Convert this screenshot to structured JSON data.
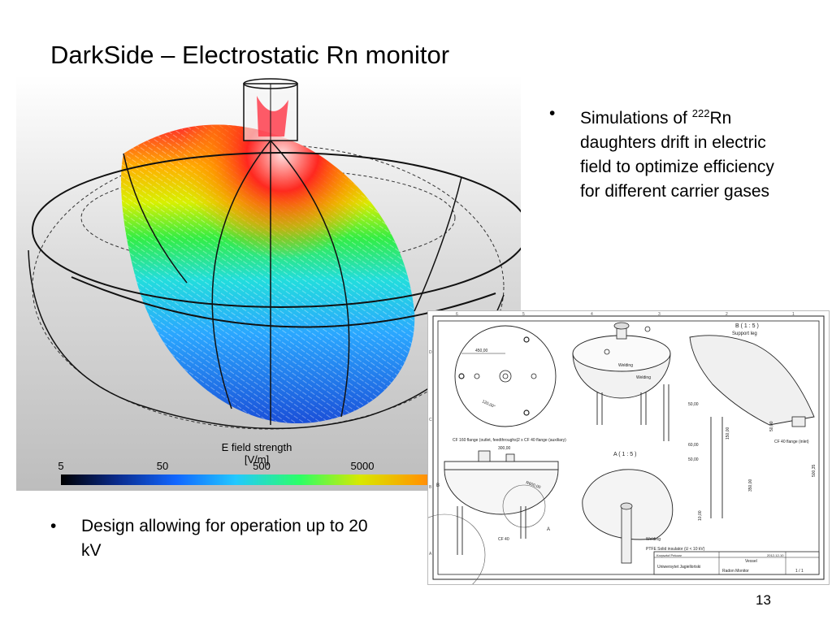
{
  "slide": {
    "title": "DarkSide – Electrostatic Rn monitor",
    "page_number": "13"
  },
  "simulation": {
    "legend_title": "E field strength [V/m]",
    "ticks": [
      "5",
      "50",
      "500",
      "5000"
    ]
  },
  "bullets": [
    {
      "marker": "•",
      "pre": "Simulations of ",
      "sup": "222",
      "post": "Rn daughters drift in electric field to optimize efficiency for different carrier gases"
    },
    {
      "marker": "•",
      "text": "Design allowing for operation up to 20 kV"
    }
  ],
  "drawing": {
    "view_b_title": "B ( 1 : 5 )",
    "view_b_subtitle": "Support leg",
    "view_a_title": "A ( 1 : 5 )",
    "labels": {
      "d450": "450,00",
      "ang120": "120,00°",
      "weld1": "Welding",
      "weld2": "Welding",
      "weld3": "Welding",
      "d50a": "50,00",
      "d150": "150,00",
      "d60": "60,00",
      "d50b": "50,00",
      "d350": "350,00",
      "d500": "500,35",
      "d50c": "50,00",
      "d10": "10,00",
      "cf40_inlet": "CF 40 flange (inlet)",
      "cf160": "CF 160 flange (outlet, feedthroughs)",
      "cf40x2": "2 x CF 40 flange (auxiliary)",
      "d300": "300,00",
      "r600": "R600,00",
      "cf40": "CF 40",
      "letter_a": "A",
      "letter_b": "B",
      "ptfe": "PTFE Solid insulator (U < 10 kV)"
    },
    "title_block": {
      "university": "Uniwersytet Jagielloński",
      "part": "Vessel",
      "project": "Radon Monitor",
      "date": "2012-12-10",
      "sheet": "1 / 1",
      "designer": "Krzysztof Pelczar"
    },
    "border_numbers": [
      "6",
      "5",
      "4",
      "3",
      "2",
      "1"
    ],
    "border_letters": [
      "D",
      "C",
      "B",
      "A"
    ]
  }
}
